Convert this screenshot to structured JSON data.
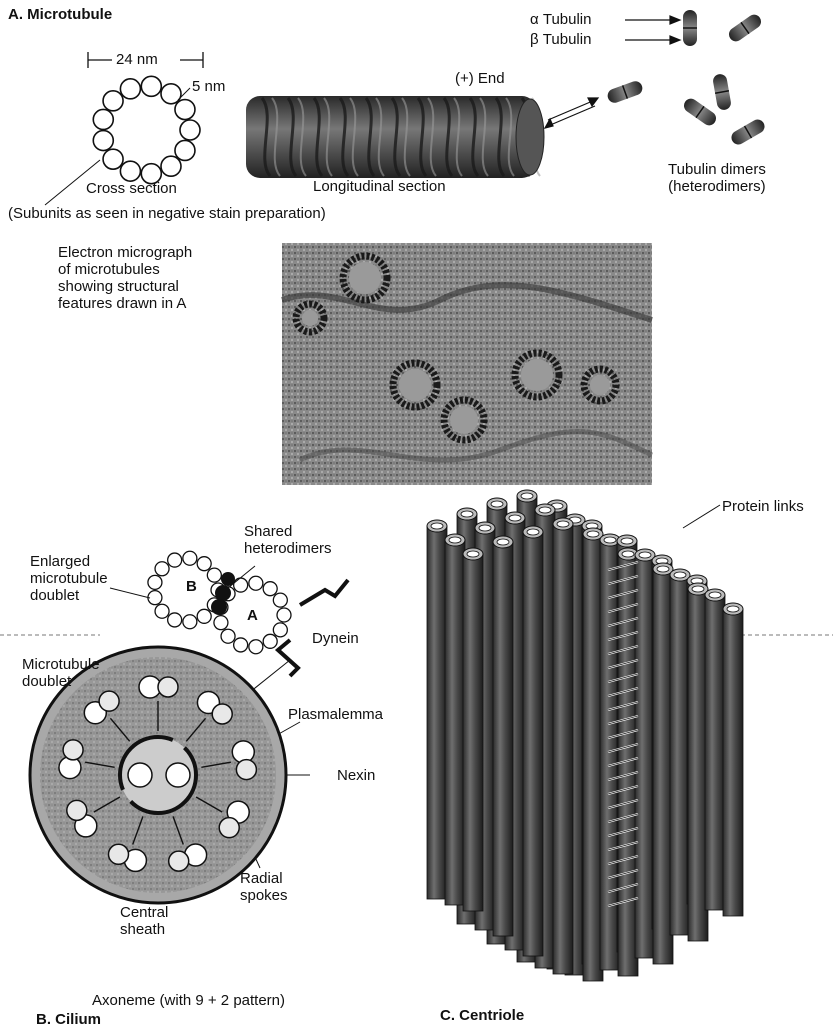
{
  "panel_a": {
    "title": "A. Microtubule",
    "diameter": "24 nm",
    "subunit_size": "5 nm",
    "plus_end": "(+) End",
    "cross_section": "Cross section",
    "longitudinal_section": "Longitudinal section",
    "subunits_note": "(Subunits as seen in negative stain preparation)",
    "alpha_tubulin": "α Tubulin",
    "beta_tubulin": "β Tubulin",
    "tubulin_dimers": "Tubulin dimers\n(heterodimers)",
    "micrograph_caption": "Electron micrograph\nof microtubules\nshowing structural\nfeatures drawn in A"
  },
  "panel_b": {
    "title": "B. Cilium",
    "shared_heterodimers": "Shared\nheterodimers",
    "enlarged_doublet": "Enlarged\nmicrotubule\ndoublet",
    "tubule_b": "B",
    "tubule_a": "A",
    "dynein": "Dynein",
    "microtubule_doublet": "Microtubule\ndoublet",
    "plasmalemma": "Plasmalemma",
    "nexin": "Nexin",
    "central_sheath": "Central\nsheath",
    "radial_spokes": "Radial\nspokes",
    "axoneme": "Axoneme (with 9 + 2 pattern)"
  },
  "panel_c": {
    "title": "C. Centriole",
    "protein_links": "Protein links"
  }
}
